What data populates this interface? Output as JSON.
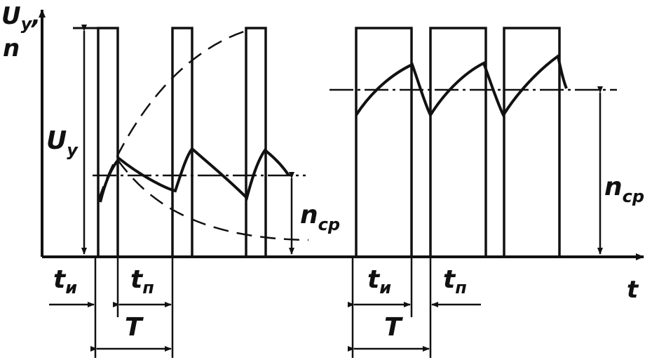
{
  "labels": {
    "y_axis_top": "U",
    "y_axis_top_sub": "y",
    "y_axis_top_comma": ",",
    "y_axis_bottom": "n",
    "x_axis": "t",
    "uy_main": "U",
    "uy_main_sub": "y",
    "ncp_left": "n",
    "ncp_left_sub": "cp",
    "ncp_right": "n",
    "ncp_right_sub": "cp",
    "t_i_left": "t",
    "t_i_left_sub": "и",
    "t_p_left": "t",
    "t_p_left_sub": "п",
    "T_left": "T",
    "t_i_right": "t",
    "t_i_right_sub": "и",
    "t_p_right": "t",
    "t_p_right_sub": "п",
    "T_right": "T"
  },
  "colors": {
    "ink": "#111111",
    "background": "#ffffff"
  }
}
